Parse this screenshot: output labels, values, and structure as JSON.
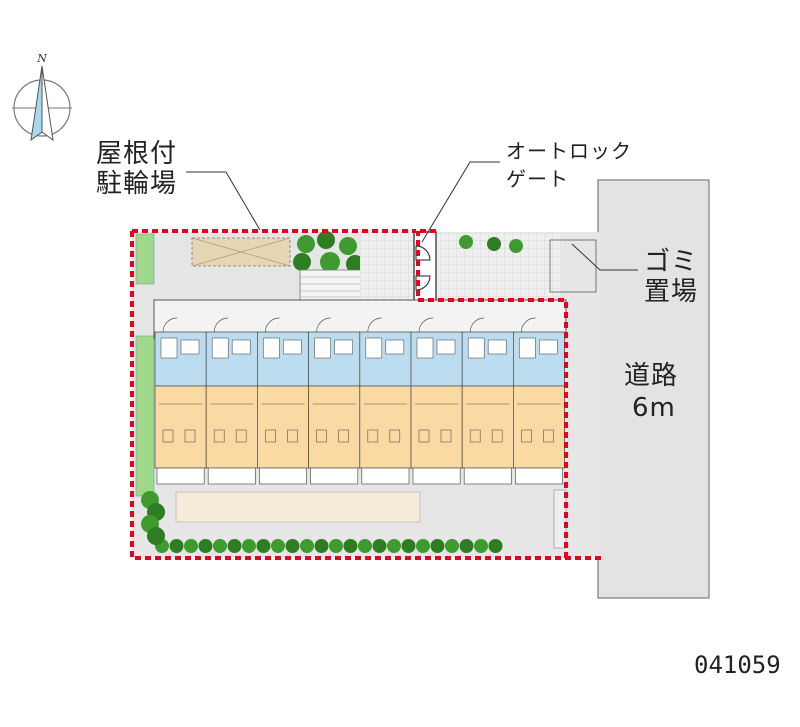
{
  "compass": {
    "letter": "N",
    "icon": "north-arrow-icon"
  },
  "labels": {
    "roof_parking_line1": "屋根付",
    "roof_parking_line2": "駐輪場",
    "autolock_line1": "オートロック",
    "autolock_line2": "ゲート",
    "garbage_line1": "ゴミ",
    "garbage_line2": "置場",
    "road_line1": "道路",
    "road_line2": "6m"
  },
  "property_code": "041059",
  "colors": {
    "boundary": "#e8001c",
    "floor": "#fbd9a3",
    "wet_area": "#bcdcf0",
    "greenery": "#3f9a2f",
    "grass": "#9fd88a",
    "paving": "#e6e6e6",
    "road": "#e3e3e3",
    "outline": "#555555"
  },
  "unit_count": 8
}
